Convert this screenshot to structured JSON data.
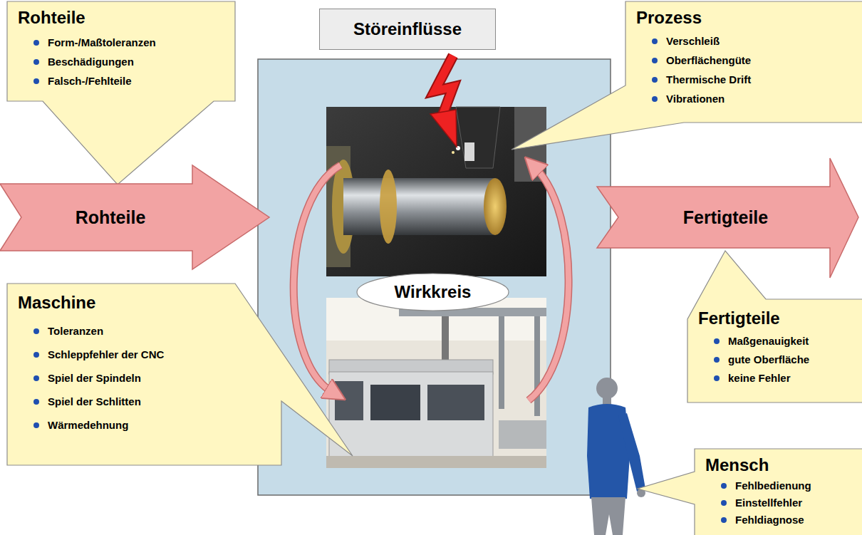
{
  "diagram": {
    "nodes": [
      {
        "text": [
          "Rohteile",
          "Form-/Maßtoleranzen",
          "Beschädigungen",
          "Falsch-/Fehlteile"
        ]
      },
      {
        "text": [
          "Störeinflüsse"
        ]
      },
      {
        "text": [
          "Prozess",
          "Verschleiß",
          "Oberflächengüte",
          "Thermische Drift",
          "Vibrationen"
        ]
      },
      {
        "text": [
          "Rohteile"
        ]
      },
      {
        "text": [
          "Wirkkreis"
        ]
      },
      {
        "text": [
          "Fertigteile"
        ]
      },
      {
        "text": [
          "Maschine",
          "Toleranzen",
          "Schleppfehler der CNC",
          "Spiel der Spindeln",
          "Spiel der Schlitten",
          "Wärmedehnung"
        ]
      },
      {
        "text": [
          "Fertigteile",
          "Maßgenauigkeit",
          "gute Oberfläche",
          "keine Fehler"
        ]
      },
      {
        "text": [
          "Mensch",
          "Fehlbedienung",
          "Einstellfehler",
          "Fehldiagnose"
        ]
      }
    ]
  }
}
